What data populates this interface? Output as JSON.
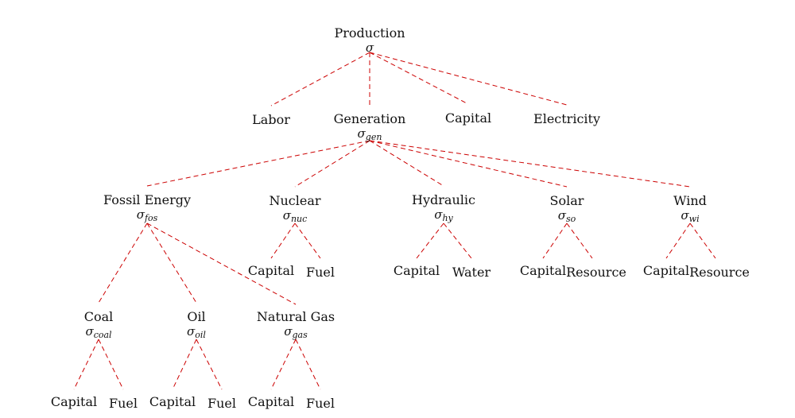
{
  "nodes": {
    "production": {
      "label": "Production",
      "sigma": "σ",
      "sub": ""
    },
    "labor": {
      "label": "Labor"
    },
    "generation": {
      "label": "Generation",
      "sigma": "σ",
      "sub": "gen"
    },
    "capital_top": {
      "label": "Capital"
    },
    "electricity": {
      "label": "Electricity"
    },
    "fossil": {
      "label": "Fossil Energy",
      "sigma": "σ",
      "sub": "fos"
    },
    "nuclear": {
      "label": "Nuclear",
      "sigma": "σ",
      "sub": "nuc"
    },
    "hydraulic": {
      "label": "Hydraulic",
      "sigma": "σ",
      "sub": "hy"
    },
    "solar": {
      "label": "Solar",
      "sigma": "σ",
      "sub": "so"
    },
    "wind": {
      "label": "Wind",
      "sigma": "σ",
      "sub": "wi"
    },
    "nuc_capital": {
      "label": "Capital"
    },
    "nuc_fuel": {
      "label": "Fuel"
    },
    "hy_capital": {
      "label": "Capital"
    },
    "hy_water": {
      "label": "Water"
    },
    "so_capital": {
      "label": "Capital"
    },
    "so_resource": {
      "label": "Resource"
    },
    "wi_capital": {
      "label": "Capital"
    },
    "wi_resource": {
      "label": "Resource"
    },
    "coal": {
      "label": "Coal",
      "sigma": "σ",
      "sub": "coal"
    },
    "oil": {
      "label": "Oil",
      "sigma": "σ",
      "sub": "oil"
    },
    "gas": {
      "label": "Natural Gas",
      "sigma": "σ",
      "sub": "gas"
    },
    "coal_capital": {
      "label": "Capital"
    },
    "coal_fuel": {
      "label": "Fuel"
    },
    "oil_capital": {
      "label": "Capital"
    },
    "oil_fuel": {
      "label": "Fuel"
    },
    "gas_capital": {
      "label": "Capital"
    },
    "gas_fuel": {
      "label": "Fuel"
    }
  }
}
